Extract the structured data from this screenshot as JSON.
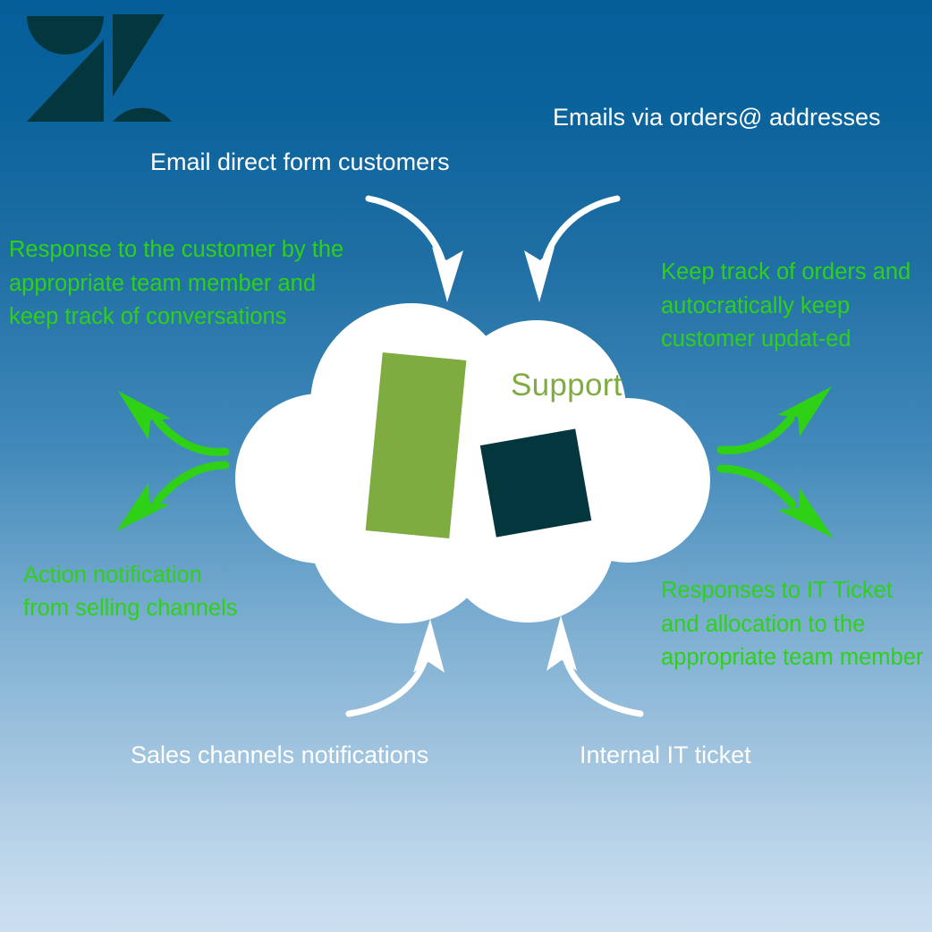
{
  "diagram": {
    "title": "Zendesk Support flow diagram",
    "background": {
      "gradient_from": "#055E99",
      "gradient_to": "#CBDFEF"
    },
    "logo": {
      "name": "zendesk-logo",
      "color": "#03363D"
    },
    "center": {
      "label": "Support",
      "label_color": "#7FAC40",
      "cloud_color": "#FFFFFF",
      "shapes": [
        {
          "name": "green-rect",
          "color": "#7FAC40"
        },
        {
          "name": "teal-square",
          "color": "#03363D"
        }
      ]
    },
    "inputs": [
      {
        "id": "email-direct",
        "text": "Email direct form customers",
        "color": "#FFFFFF"
      },
      {
        "id": "emails-orders",
        "text": "Emails via orders@ addresses",
        "color": "#FFFFFF"
      },
      {
        "id": "sales-channels",
        "text": "Sales channels notifications",
        "color": "#FFFFFF"
      },
      {
        "id": "internal-ticket",
        "text": "Internal IT ticket",
        "color": "#FFFFFF"
      }
    ],
    "outputs": [
      {
        "id": "response-customer",
        "text": "Response to the customer by the appropriate team member and keep track of conversations",
        "color": "#2FD117"
      },
      {
        "id": "keep-track",
        "text": "Keep track of orders and autocratically keep customer updat-ed",
        "color": "#2FD117"
      },
      {
        "id": "action-notif",
        "text": "Action notification\nfrom selling channels",
        "color": "#2FD117"
      },
      {
        "id": "responses-it",
        "text": "Responses to IT Ticket and allocation to the appropriate team member",
        "color": "#2FD117"
      }
    ],
    "arrows": {
      "inbound_color": "#FFFFFF",
      "outbound_color": "#2FD117",
      "inbound_count": 4,
      "outbound_count": 4
    }
  }
}
